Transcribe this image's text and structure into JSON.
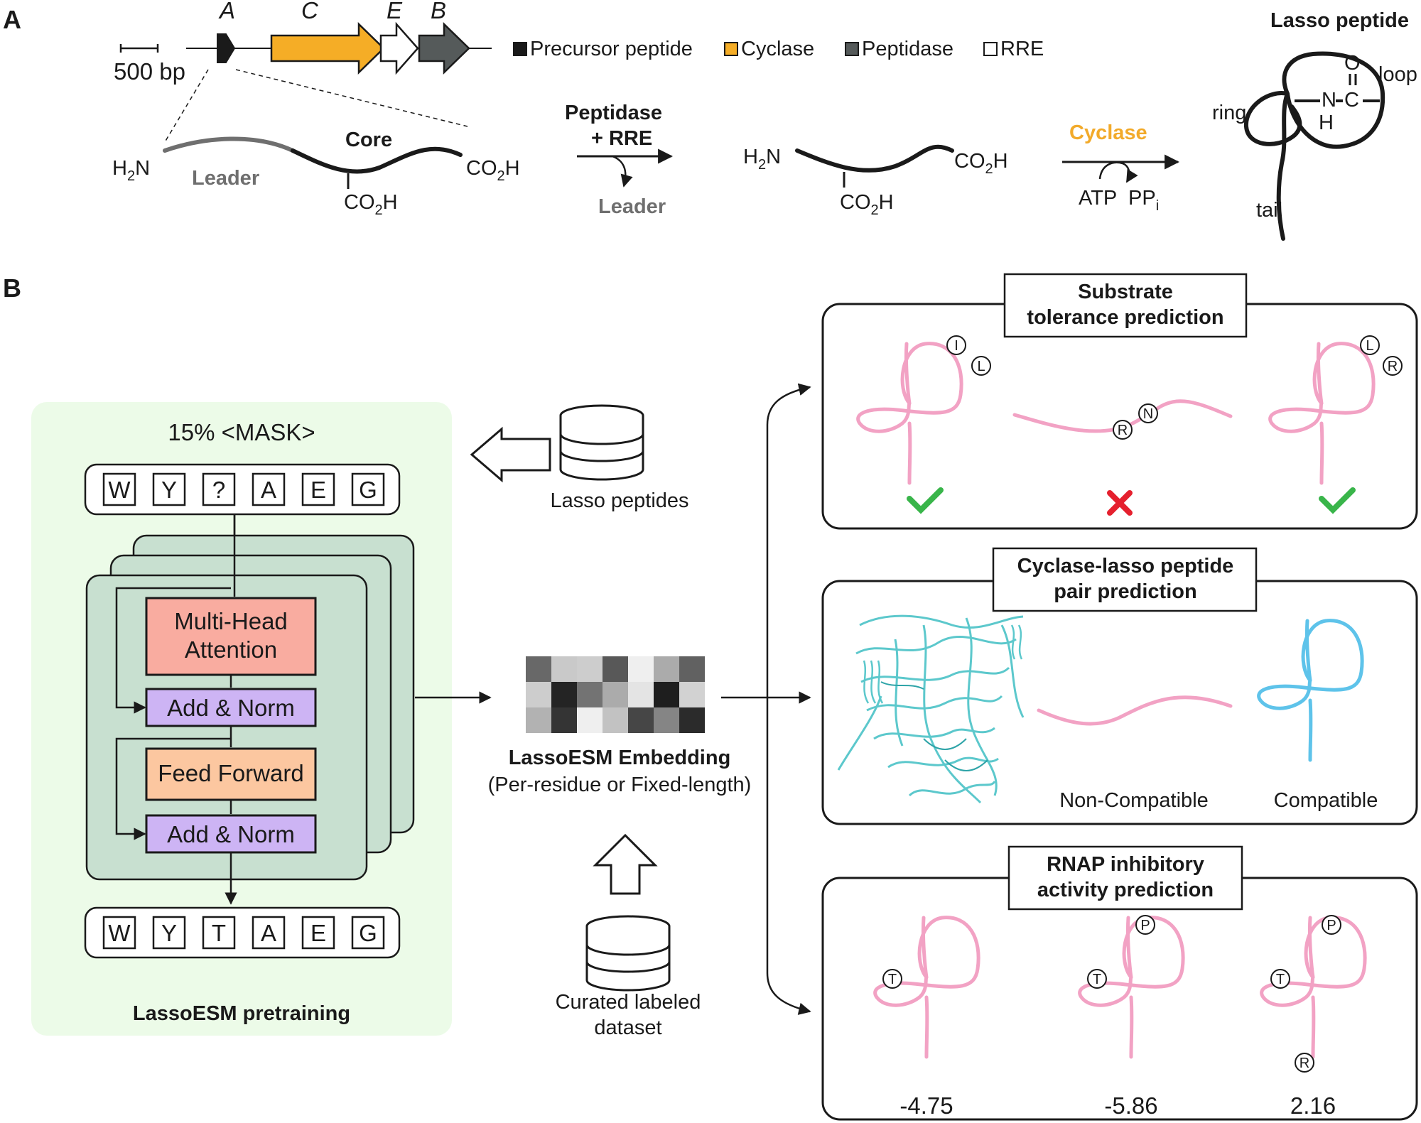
{
  "panelA": {
    "label": "A",
    "scale": "500 bp",
    "genes": [
      "A",
      "C",
      "E",
      "B"
    ],
    "legend": [
      "Precursor peptide",
      "Cyclase",
      "Peptidase",
      "RRE"
    ],
    "precursor": {
      "h2n": "H",
      "h2n_sub": "2",
      "h2n_end": "N",
      "leader": "Leader",
      "core": "Core",
      "co2h": "CO",
      "co2h_sub": "2",
      "co2h_end": "H"
    },
    "step1": {
      "line1": "Peptidase",
      "line2": "+ RRE",
      "out": "Leader"
    },
    "step2": {
      "enzyme": "Cyclase",
      "atp": "ATP",
      "ppi": "PP",
      "ppi_sub": "i"
    },
    "lasso": {
      "title": "Lasso peptide",
      "ring": "ring",
      "loop": "loop",
      "tail": "tail",
      "o": "O",
      "n": "N",
      "h": "H",
      "c": "C"
    }
  },
  "panelB": {
    "label": "B",
    "pretrain": {
      "mask": "15% <MASK>",
      "input_tokens": [
        "W",
        "Y",
        "?",
        "A",
        "E",
        "G"
      ],
      "output_tokens": [
        "W",
        "Y",
        "T",
        "A",
        "E",
        "G"
      ],
      "mha_line1": "Multi-Head",
      "mha_line2": "Attention",
      "add_norm": "Add & Norm",
      "ff": "Feed Forward",
      "title": "LassoESM pretraining"
    },
    "db_top": "Lasso peptides",
    "db_bottom_line1": "Curated labeled",
    "db_bottom_line2": "dataset",
    "embedding_title": "LassoESM Embedding",
    "embedding_sub": "(Per-residue or Fixed-length)",
    "embedding_matrix": [
      [
        0.65,
        0.22,
        0.2,
        0.72,
        0.05,
        0.35,
        0.68
      ],
      [
        0.2,
        0.95,
        0.6,
        0.35,
        0.1,
        0.98,
        0.18
      ],
      [
        0.32,
        0.88,
        0.05,
        0.25,
        0.8,
        0.52,
        0.92
      ]
    ],
    "tasks": {
      "substrate": {
        "line1": "Substrate",
        "line2": "tolerance prediction",
        "res1": [
          "I",
          "L"
        ],
        "res2": [
          "R",
          "N"
        ],
        "res3": [
          "L",
          "R"
        ]
      },
      "pair": {
        "line1": "Cyclase-lasso peptide",
        "line2": "pair prediction",
        "noncompat": "Non-Compatible",
        "compat": "Compatible"
      },
      "rnap": {
        "line1": "RNAP inhibitory",
        "line2": "activity prediction",
        "values": [
          "-4.75",
          "-5.86",
          "2.16"
        ],
        "res1": [
          "T"
        ],
        "res2": [
          "P",
          "T"
        ],
        "res3": [
          "P",
          "T",
          "R"
        ]
      }
    }
  },
  "colors": {
    "cyclase": "#f5ad26",
    "peptidase": "#555a5a",
    "precursor": "#1a1a1a",
    "mha": "#f9aca0",
    "add_norm": "#cdb4f4",
    "ff": "#fcc7a0",
    "encoder_layer": "#c8e0d0",
    "pretrain_bg": "#ecfbe8",
    "lasso_pink": "#f2a2c4",
    "compatible_blue": "#5ec3ea",
    "protein_cyan": "#5cc8cc",
    "check": "#39b54a",
    "cross": "#e5202e"
  }
}
